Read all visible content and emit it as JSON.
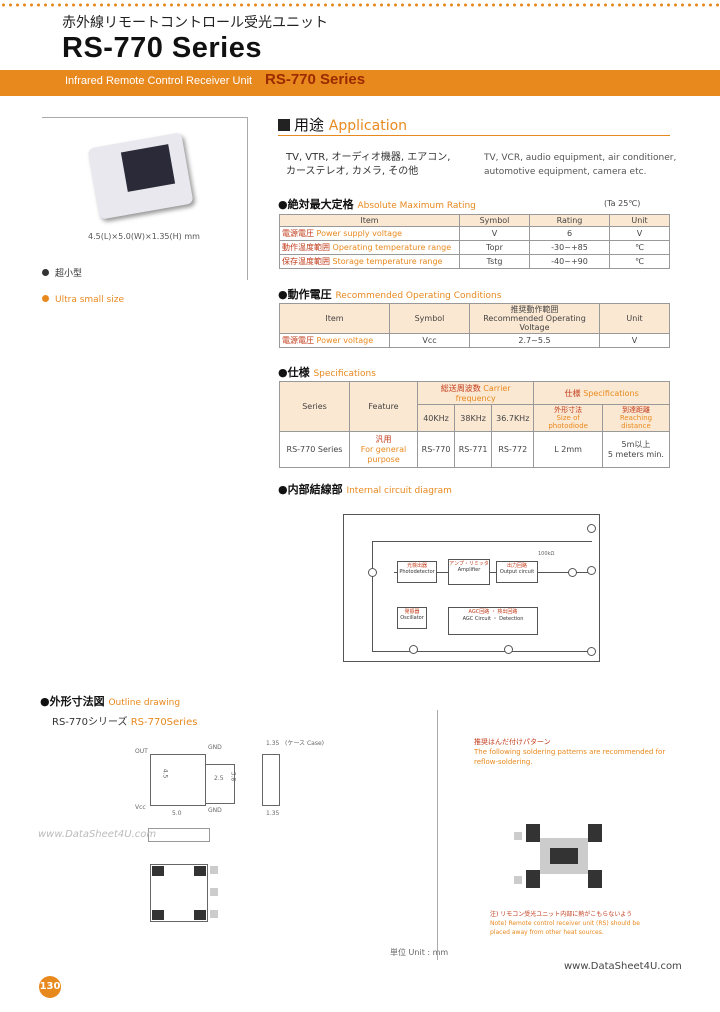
{
  "header": {
    "jp_title": "赤外線リモートコントロール受光ユニット",
    "series_title": "RS-770 Series",
    "band_text": "Infrared Remote Control Receiver Unit",
    "band_series": "RS-770 Series"
  },
  "product": {
    "dimensions": "4.5(L)×5.0(W)×1.35(H) mm",
    "feature_1": "超小型",
    "feature_2": "Ultra small size"
  },
  "application": {
    "heading_jp": "用途",
    "heading_en": "Application",
    "jp_line_1": "TV, VTR, オーディオ機器, エアコン,",
    "jp_line_2": "カーステレオ, カメラ, その他",
    "en_line_1": "TV, VCR, audio equipment, air conditioner,",
    "en_line_2": "automotive equipment, camera etc."
  },
  "abs_max": {
    "heading_jp": "絶対最大定格",
    "heading_en": "Absolute Maximum Rating",
    "condition": "(Ta 25℃)",
    "headers": [
      "Item",
      "Symbol",
      "Rating",
      "Unit"
    ],
    "rows": [
      {
        "jp": "電源電圧",
        "en": "Power supply voltage",
        "symbol": "V",
        "rating": "6",
        "unit": "V"
      },
      {
        "jp": "動作温度範囲",
        "en": "Operating temperature range",
        "symbol": "Topr",
        "rating": "-30~+85",
        "unit": "℃"
      },
      {
        "jp": "保存温度範囲",
        "en": "Storage temperature range",
        "symbol": "Tstg",
        "rating": "-40~+90",
        "unit": "℃"
      }
    ]
  },
  "op_voltage": {
    "heading_jp": "動作電圧",
    "heading_en": "Recommended Operating Conditions",
    "headers": [
      "Item",
      "Symbol",
      "推奨動作範囲",
      "Recommended Operating Voltage",
      "Unit"
    ],
    "row": {
      "jp": "電源電圧",
      "en": "Power voltage",
      "symbol": "Vcc",
      "range": "2.7~5.5",
      "unit": "V"
    }
  },
  "specs": {
    "heading_jp": "仕様",
    "heading_en": "Specifications",
    "h_series": "Series",
    "h_feature": "Feature",
    "h_carrier_jp": "総送周波数",
    "h_carrier_en": "Carrier frequency",
    "h_spec_jp": "仕様",
    "h_spec_en": "Specifications",
    "f1": "40KHz",
    "f2": "38KHz",
    "f3": "36.7KHz",
    "h_dim_jp": "外形寸法",
    "h_dim_en": "Size of photodiode",
    "h_dist_jp": "到達距離",
    "h_dist_en": "Reaching distance",
    "series": "RS-770 Series",
    "feature_jp": "汎用",
    "feature_en_1": "For general",
    "feature_en_2": "purpose",
    "m1": "RS-770",
    "m2": "RS-771",
    "m3": "RS-772",
    "dim": "L 2mm",
    "dist_jp": "5m以上",
    "dist_en": "5 meters min."
  },
  "circuit": {
    "heading_jp": "内部結線部",
    "heading_en": "Internal circuit diagram",
    "b1_jp": "光検出器",
    "b1_en": "Photodetector",
    "b2_jp": "アンプ・リミッタ",
    "b2_en": "Amplifier",
    "b3_jp": "出力回路",
    "b3_en": "Output circuit",
    "b4_jp": "発振器",
    "b4_en": "Oscillator",
    "b5_jp": "AGC回路 ・ 検出回路",
    "b5_en": "AGC Circuit  ・ Detection",
    "r_label": "100kΩ"
  },
  "outline": {
    "heading_jp": "外形寸法図",
    "heading_en": "Outline drawing",
    "series_jp": "RS-770シリーズ",
    "series_en": "RS-770Series",
    "out_label": "OUT",
    "gnd_label": "GND",
    "vcc_label": "Vcc",
    "dim_45": "4.5",
    "dim_50": "5.0",
    "dim_25": "2.5",
    "dim_38": "3.8",
    "dim_135": "1.35",
    "case_label": "(ケース Case)",
    "unit_label": "単位 Unit : mm",
    "solder_jp": "推奨はんだ付けパターン",
    "solder_en_1": "The following soldering patterns are recommended for",
    "solder_en_2": "reflow-soldering.",
    "note_1": "注) リモコン受光ユニット内部に熱がこもらないよう",
    "note_2": "Note) Remote control receiver unit (RS) should be",
    "note_3": "placed away from other heat sources."
  },
  "footer": {
    "page": "130",
    "watermark": "www.DataSheet4U.com",
    "watermark_small": "www.DataSheet4U.com"
  }
}
